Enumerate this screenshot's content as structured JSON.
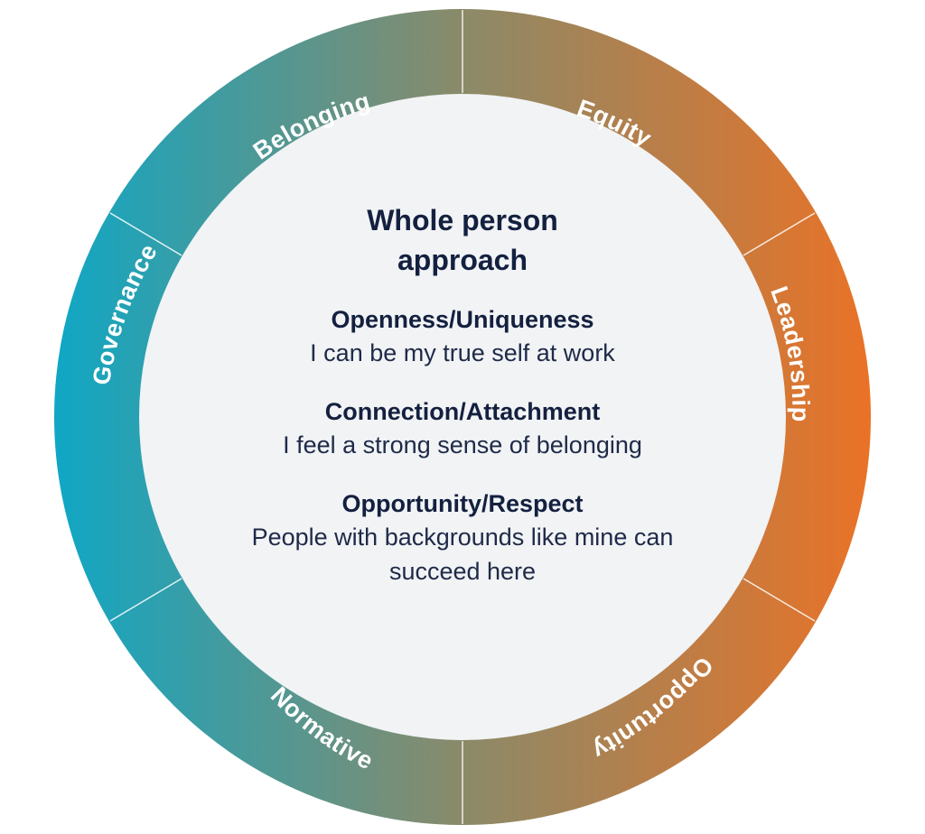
{
  "diagram": {
    "segments": [
      {
        "id": "belonging",
        "label": "Belonging"
      },
      {
        "id": "equity",
        "label": "Equity"
      },
      {
        "id": "leadership",
        "label": "Leadership"
      },
      {
        "id": "opportunity",
        "label": "Opportunity"
      },
      {
        "id": "normative",
        "label": "Normative"
      },
      {
        "id": "governance",
        "label": "Governance"
      }
    ],
    "colors": {
      "teal": "#0fa7c5",
      "olive": "#8b8a69",
      "orange": "#ea7226",
      "center_fill": "#f1f3f5",
      "text_dark": "#14203f"
    },
    "center": {
      "title": "Whole person approach",
      "items": [
        {
          "heading": "Openness/Uniqueness",
          "text": "I can be my true self at work"
        },
        {
          "heading": "Connection/Attachment",
          "text": "I feel a strong sense of belonging"
        },
        {
          "heading": "Opportunity/Respect",
          "text": "People with backgrounds like mine can succeed here"
        }
      ]
    }
  }
}
